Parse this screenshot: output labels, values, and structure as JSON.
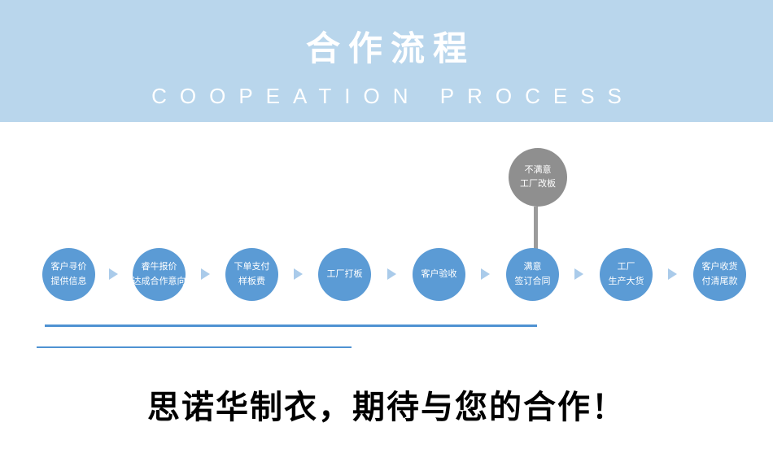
{
  "banner": {
    "title": "合作流程",
    "subtitle": "COOPEATION PROCESS",
    "bg_color": "#b9d6ec",
    "text_color": "#ffffff"
  },
  "flow": {
    "circle_color": "#5b9bd5",
    "alt_circle_color": "#8f8f8f",
    "line_color": "#4f92d2",
    "steps": [
      {
        "l1": "客户寻价",
        "l2": "提供信息"
      },
      {
        "l1": "睿牛报价",
        "l2": "达成合作意向"
      },
      {
        "l1": "下单支付",
        "l2": "样板费"
      },
      {
        "l1": "工厂打板",
        "l2": ""
      },
      {
        "l1": "客户验收",
        "l2": ""
      },
      {
        "l1": "满意",
        "l2": "签订合同"
      },
      {
        "l1": "工厂",
        "l2": "生产大货"
      },
      {
        "l1": "客户收货",
        "l2": "付清尾款"
      }
    ],
    "alt_step": {
      "l1": "不满意",
      "l2": "工厂改板"
    }
  },
  "footer": {
    "slogan": "思诺华制衣，期待与您的合作！"
  }
}
